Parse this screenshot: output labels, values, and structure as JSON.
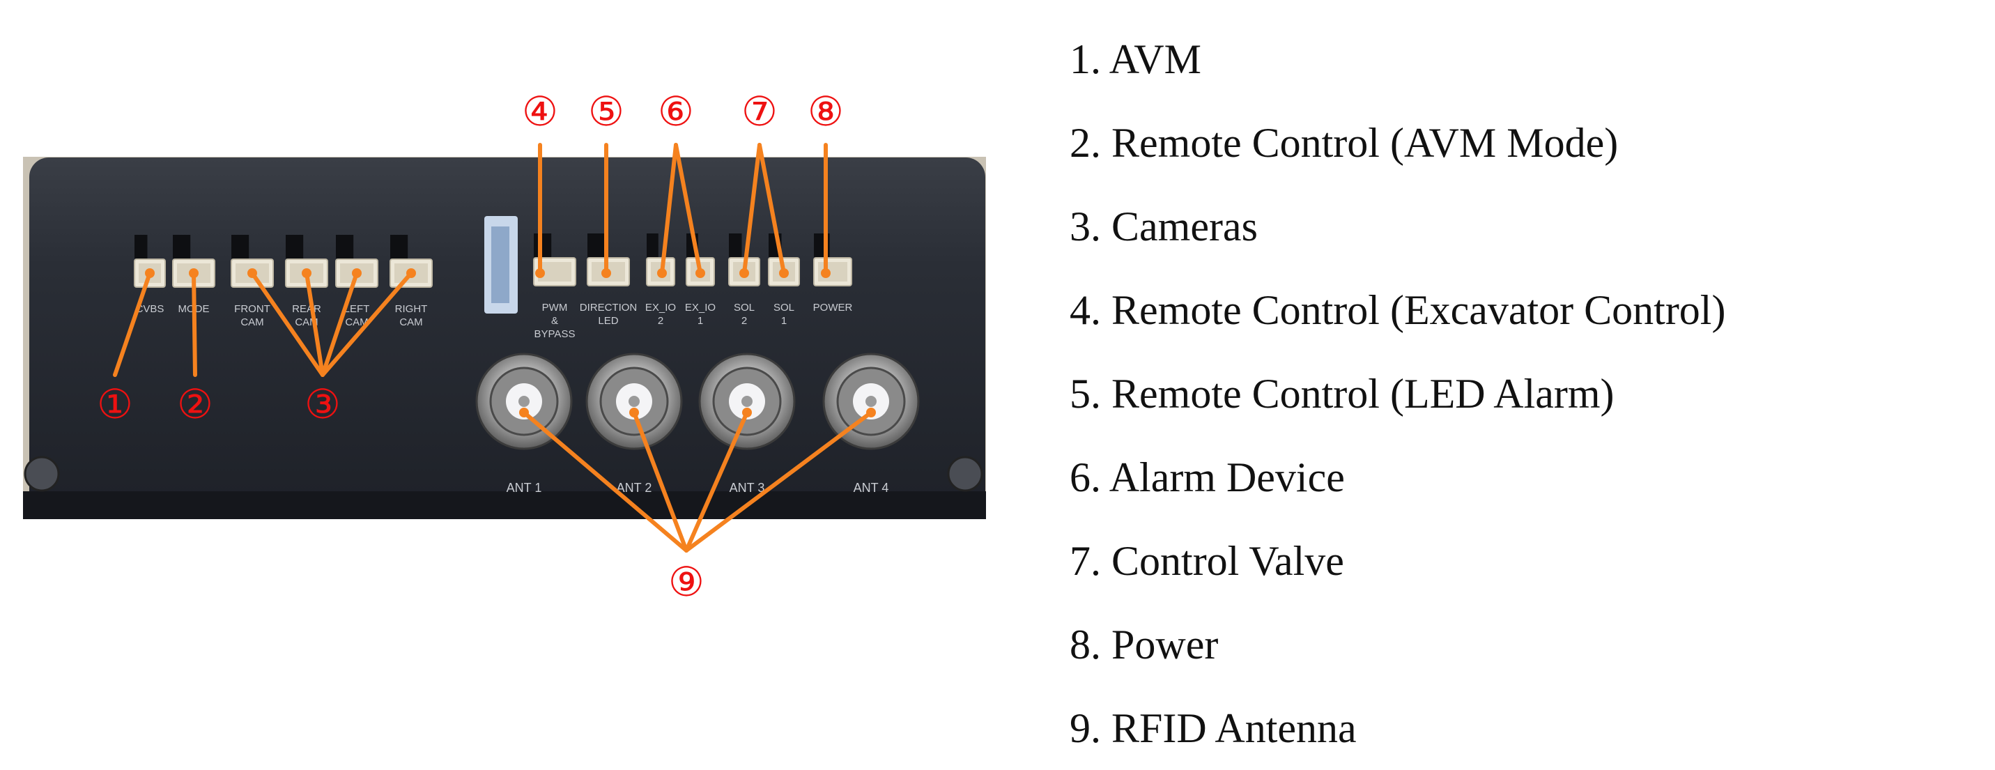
{
  "device": {
    "bottom_ports": [
      {
        "label": "CVBS"
      },
      {
        "label": "MODE"
      },
      {
        "label": "FRONT CAM"
      },
      {
        "label": "REAR CAM"
      },
      {
        "label": "LEFT CAM"
      },
      {
        "label": "RIGHT CAM"
      }
    ],
    "top_ports": [
      {
        "label": "PWM & BYPASS"
      },
      {
        "label": "DIRECTION LED"
      },
      {
        "label": "EX_IO 2"
      },
      {
        "label": "EX_IO 1"
      },
      {
        "label": "SOL 2"
      },
      {
        "label": "SOL 1"
      },
      {
        "label": "POWER"
      }
    ],
    "antennas": [
      {
        "label": "ANT 1"
      },
      {
        "label": "ANT 2"
      },
      {
        "label": "ANT 3"
      },
      {
        "label": "ANT 4"
      }
    ]
  },
  "callouts": [
    {
      "marker": "①"
    },
    {
      "marker": "②"
    },
    {
      "marker": "③"
    },
    {
      "marker": "④"
    },
    {
      "marker": "⑤"
    },
    {
      "marker": "⑥"
    },
    {
      "marker": "⑦"
    },
    {
      "marker": "⑧"
    },
    {
      "marker": "⑨"
    }
  ],
  "legend": [
    "1. AVM",
    "2. Remote Control (AVM Mode)",
    "3. Cameras",
    "4. Remote Control (Excavator Control)",
    "5. Remote Control (LED Alarm)",
    "6. Alarm Device",
    "7. Control Valve",
    "8. Power",
    "9. RFID Antenna"
  ],
  "colors": {
    "callout_text": "#ee1111",
    "leader_line": "#f5821f",
    "device_body": "#2b2f37"
  }
}
